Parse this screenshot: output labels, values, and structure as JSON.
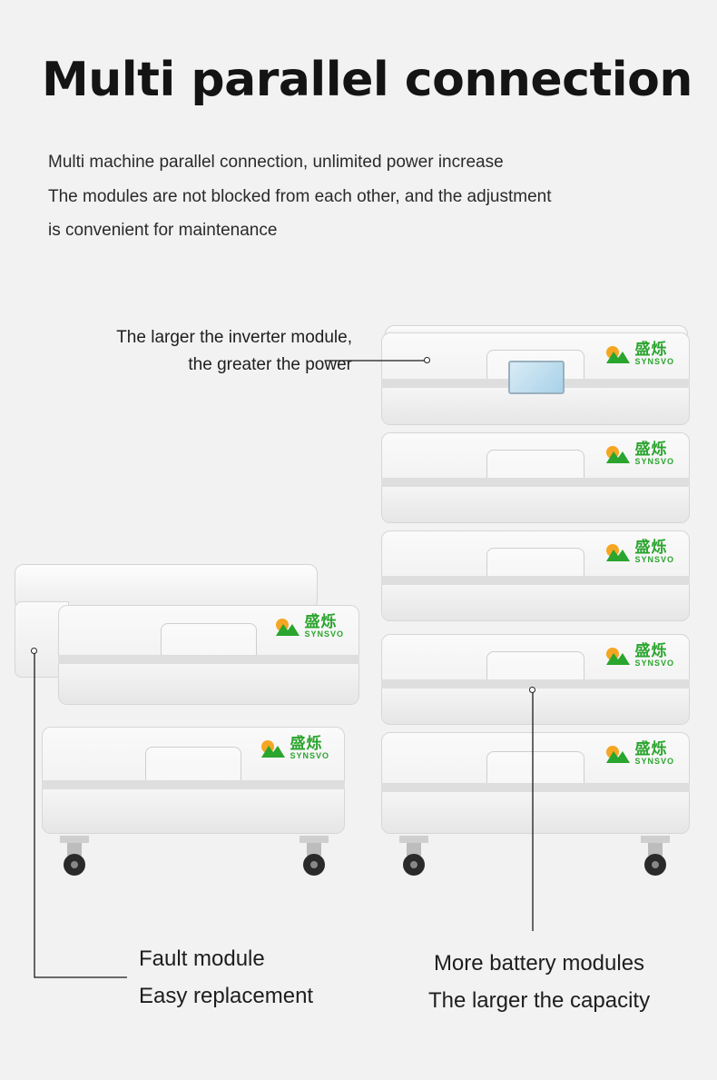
{
  "header": {
    "title": "Multi parallel connection",
    "desc_lines": [
      "Multi machine parallel connection, unlimited power increase",
      "The modules are not blocked from each other, and the adjustment",
      "is convenient for maintenance"
    ]
  },
  "callouts": {
    "inverter": [
      "The larger the inverter module,",
      "the greater the power"
    ],
    "fault": [
      "Fault module",
      "Easy replacement"
    ],
    "battery": [
      "More battery modules",
      "The larger the capacity"
    ]
  },
  "brand": {
    "name_cn": "盛烁",
    "name_en": "SYNSVO",
    "color": "#2aa52d"
  },
  "colors": {
    "background": "#f2f2f2",
    "module": "#f5f5f5",
    "screen": "#bfe0f2"
  },
  "icons": [
    "synsvo-logo-icon",
    "caster-wheel-icon",
    "lcd-screen-icon"
  ]
}
